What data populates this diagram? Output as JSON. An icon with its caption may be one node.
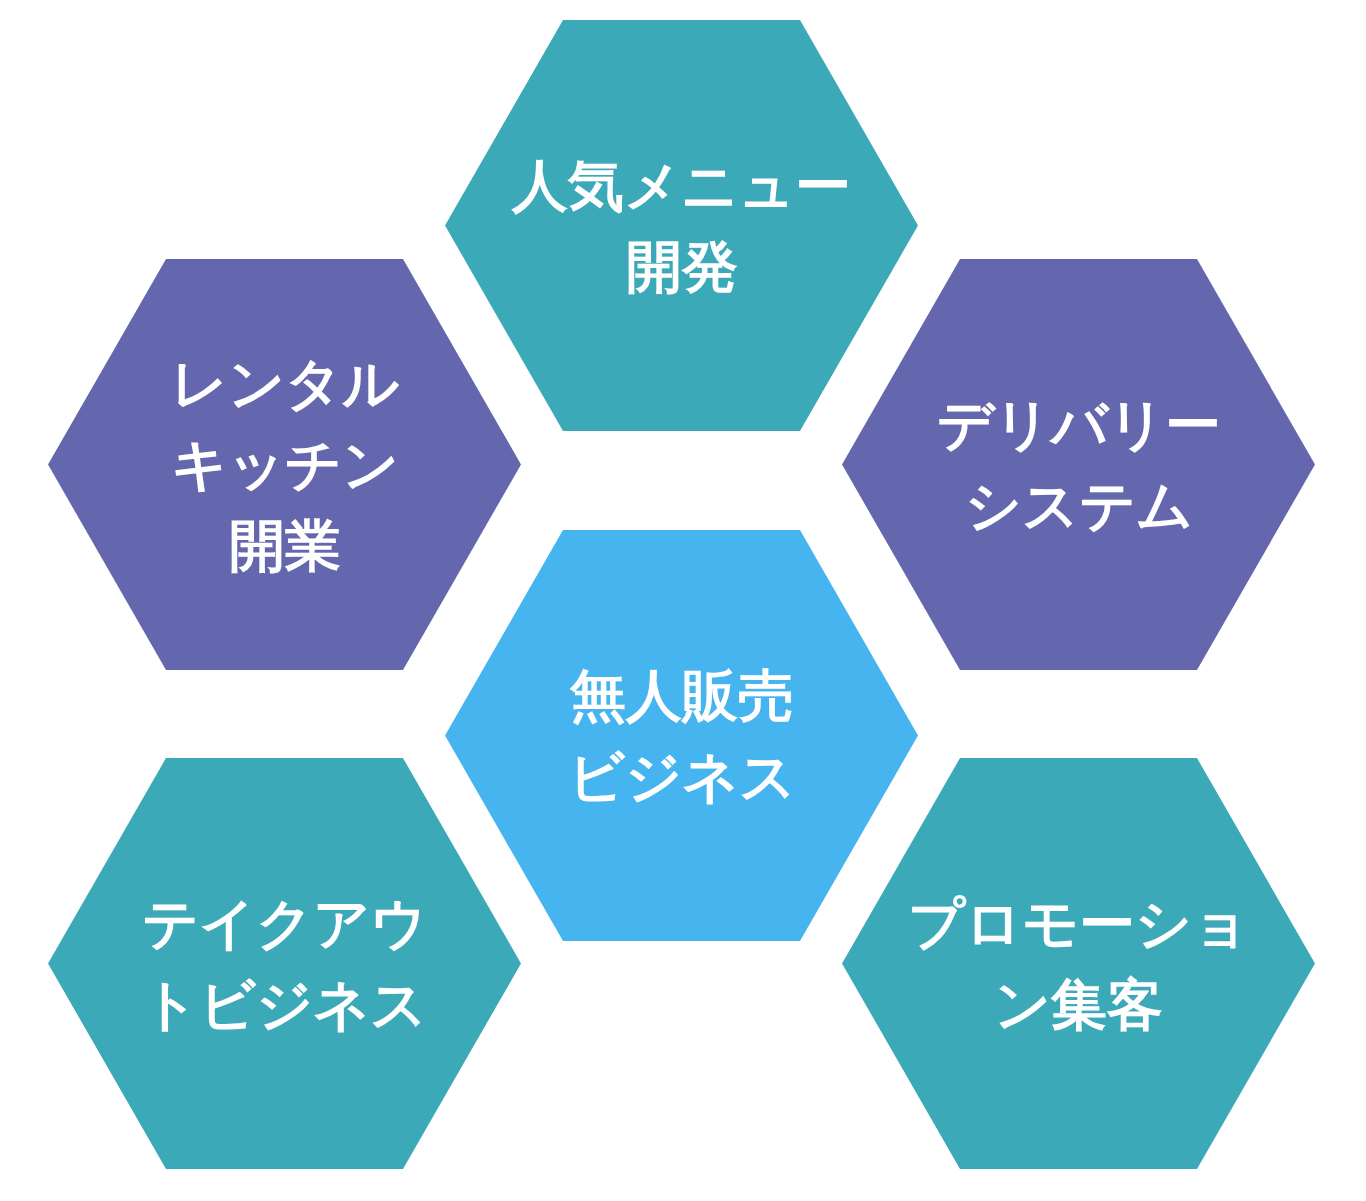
{
  "diagram": {
    "nodes": [
      {
        "text": [
          "人気メニュー開発"
        ]
      },
      {
        "text": [
          "レンタルキッチン開業"
        ]
      },
      {
        "text": [
          "デリバリーシステム"
        ]
      },
      {
        "text": [
          "無人販売ビジネス"
        ]
      },
      {
        "text": [
          "テイクアウトビジネス"
        ]
      },
      {
        "text": [
          "プロモーション集客"
        ]
      }
    ]
  }
}
